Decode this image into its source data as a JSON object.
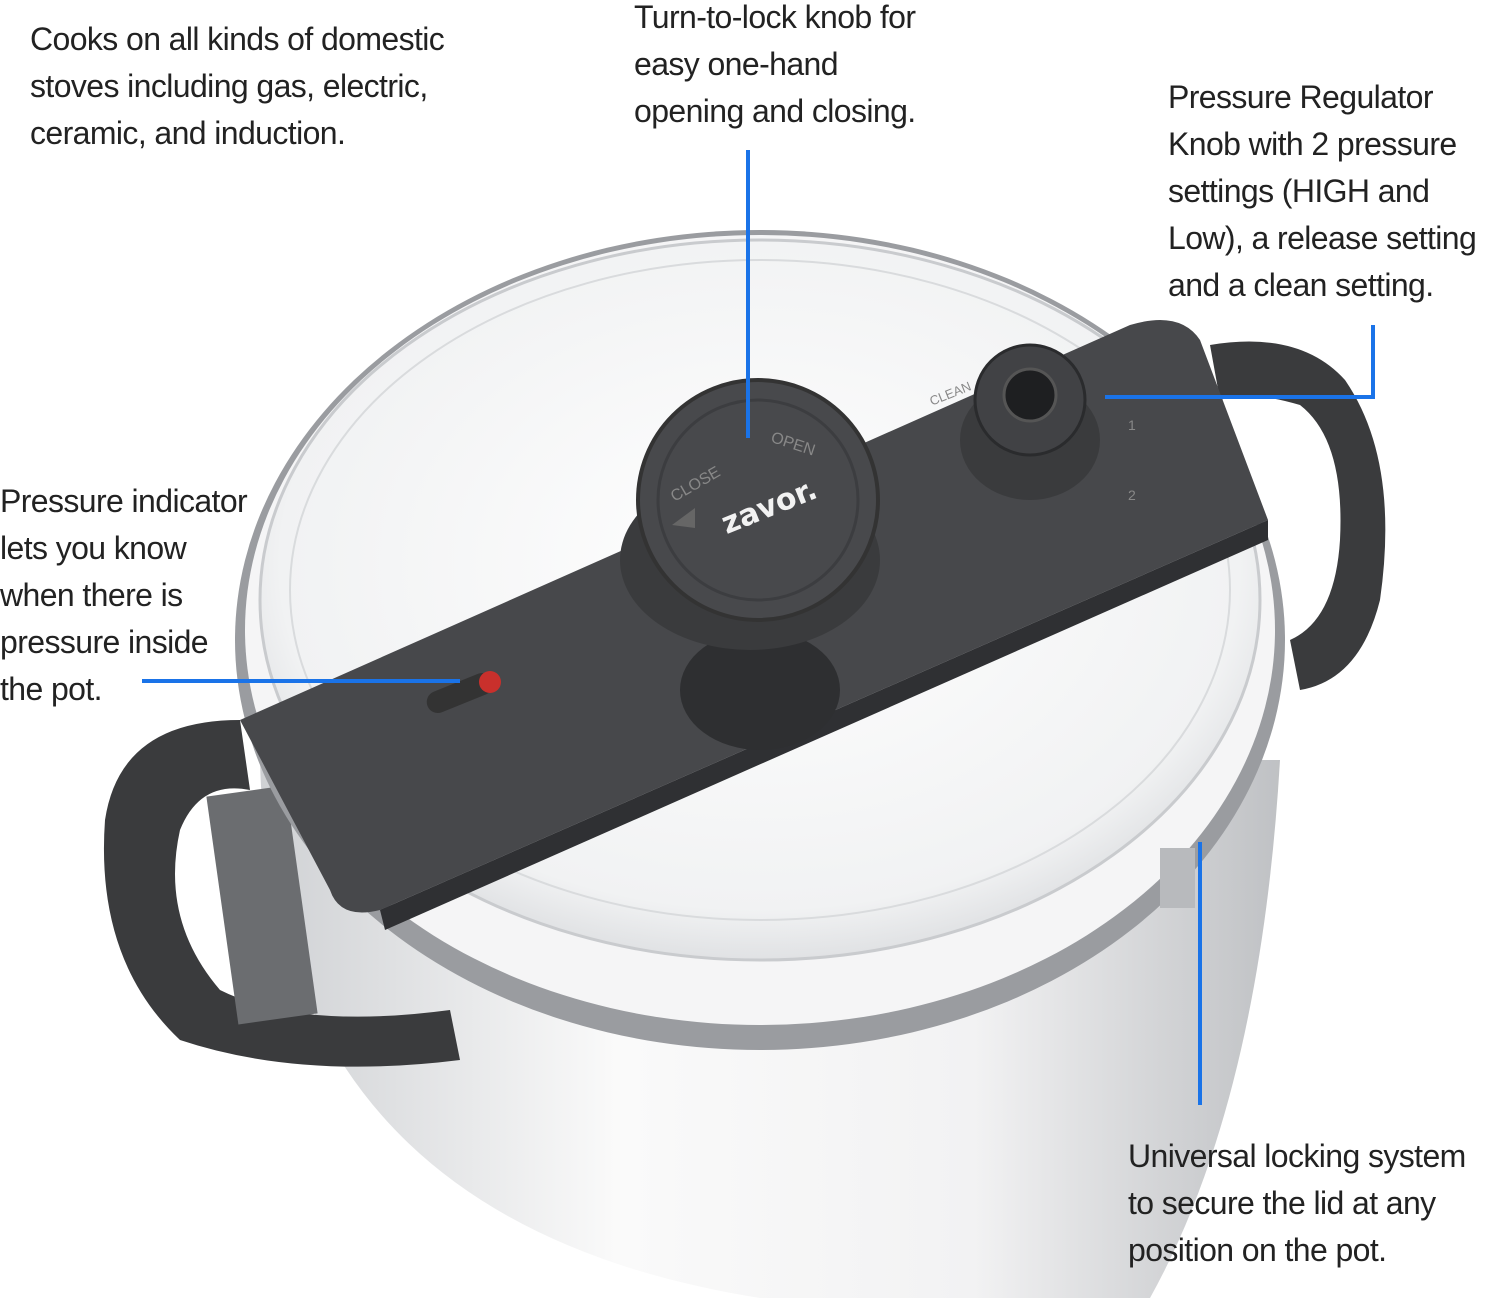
{
  "callouts": {
    "stoves": [
      "Cooks on all kinds of domestic",
      "stoves including gas, electric,",
      "ceramic, and induction."
    ],
    "knob": [
      "Turn-to-lock knob for",
      "easy one-hand",
      "opening and closing."
    ],
    "regulator": [
      "Pressure Regulator",
      "Knob with 2 pressure",
      "settings (HIGH and",
      "Low), a release setting",
      "and a clean setting."
    ],
    "indicator": [
      "Pressure indicator",
      "lets you know",
      "when there is",
      "pressure inside",
      "the pot."
    ],
    "locking": [
      "Universal locking system",
      "to secure the lid at any",
      "position on the pot."
    ]
  },
  "product": {
    "brand": "zavor.",
    "knob_labels": {
      "close": "CLOSE",
      "open": "OPEN"
    },
    "regulator_labels": {
      "clean": "CLEAN",
      "setting_1": "1",
      "setting_2": "2"
    }
  },
  "colors": {
    "callout_line": "#1a73e8",
    "handle": "#3a3b3d",
    "steel": "#e8e9eb"
  }
}
